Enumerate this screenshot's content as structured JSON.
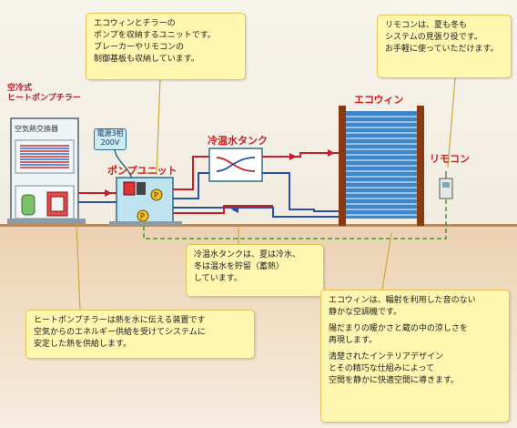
{
  "labels": {
    "heat_pump_chiller": [
      "空冷式",
      "ヒートポンプチラー"
    ],
    "air_heat_exchanger": "空気熱交換器",
    "power_source": [
      "電源3相",
      "200V"
    ],
    "pump_unit": "ポンプユニット",
    "hot_cold_tank": "冷温水タンク",
    "ecowin": "エコウィン",
    "remote": "リモコン"
  },
  "callouts": {
    "pump_unit_desc": [
      "エコウィンとチラーの",
      "ポンプを収納するユニットです。",
      "ブレーカーやリモコンの",
      "制御基板も収納しています。"
    ],
    "remote_desc": [
      "リモコンは、夏も冬も",
      "システムの見張り役です。",
      "お手軽に使っていただけます。"
    ],
    "tank_desc": [
      "冷温水タンクは、夏は冷水、",
      "冬は温水を貯留（蓄熱）",
      "しています。"
    ],
    "chiller_desc": [
      "ヒートポンプチラーは熱を水に伝える装置です",
      "空気からのエネルギー供給を受けてシステムに",
      "安定した熱を供給します。"
    ],
    "ecowin_desc": [
      [
        "エコウィンは、輻射を利用した音のない",
        "静かな空調機です。"
      ],
      [
        "陽だまりの暖かさと蔵の中の涼しさを",
        "再現します。"
      ],
      [
        "清楚されたインテリアデザイン",
        "とその精巧な仕組みによって",
        "空間を静かに快適空間に導きます。"
      ]
    ]
  },
  "colors": {
    "supply_pipe": "#c81e2a",
    "return_pipe": "#2a4fa8",
    "signal_line": "#4a9a2a",
    "callout_bg": "#fff6b0",
    "ground": "#ecd1b3"
  },
  "icons": [
    "pump-p-icon",
    "three-way-valve-icon",
    "radiator-fins-icon",
    "remote-controller-icon"
  ]
}
